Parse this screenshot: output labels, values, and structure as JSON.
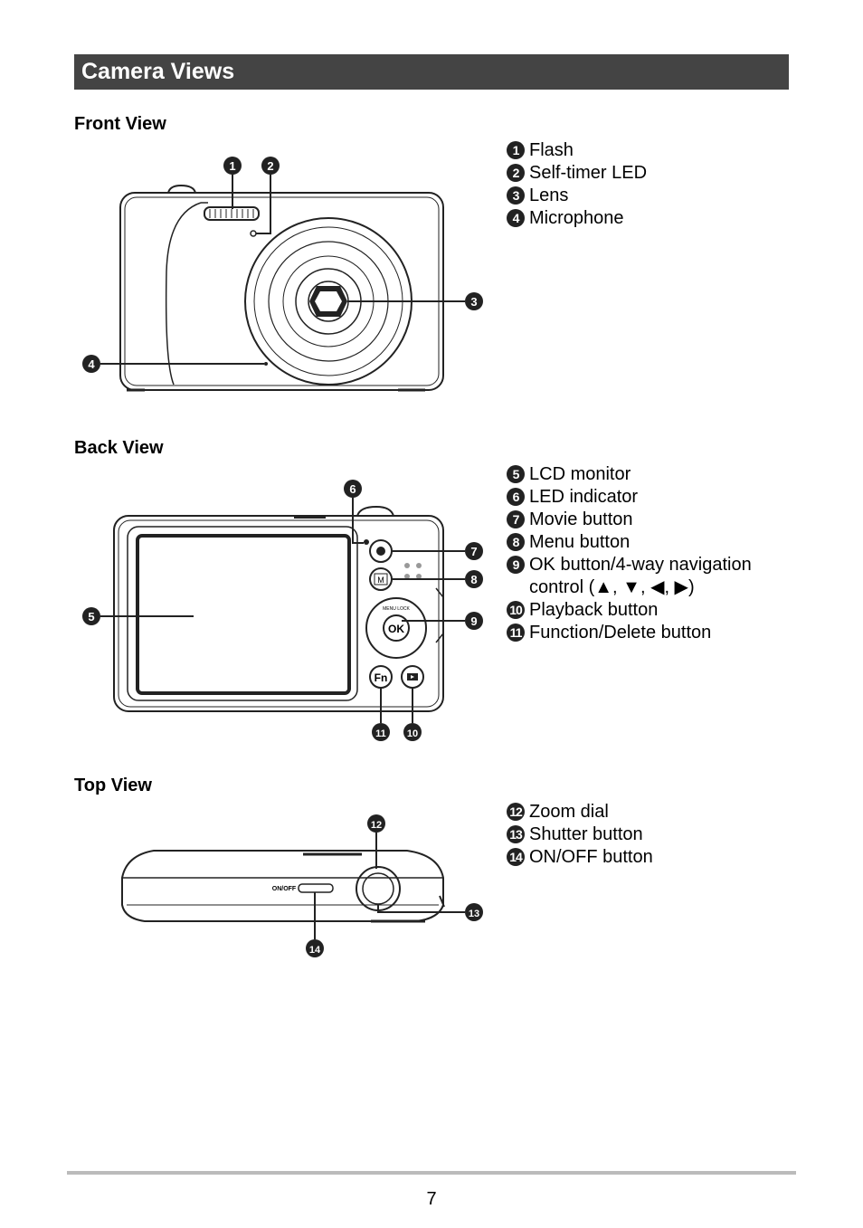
{
  "page_title": "Camera Views",
  "front": {
    "heading": "Front View",
    "items": [
      {
        "num": "1",
        "label": "Flash"
      },
      {
        "num": "2",
        "label": "Self-timer LED"
      },
      {
        "num": "3",
        "label": "Lens"
      },
      {
        "num": "4",
        "label": "Microphone"
      }
    ]
  },
  "back": {
    "heading": "Back View",
    "items": [
      {
        "num": "5",
        "label": "LCD monitor"
      },
      {
        "num": "6",
        "label": "LED indicator"
      },
      {
        "num": "7",
        "label": "Movie button"
      },
      {
        "num": "8",
        "label": "Menu button"
      },
      {
        "num": "9",
        "label": "OK button/4-way navigation",
        "label2": "control (▲, ▼, ◀, ▶)"
      },
      {
        "num": "10",
        "label": "Playback button"
      },
      {
        "num": "11",
        "label": "Function/Delete button"
      }
    ],
    "button_labels": {
      "ok": "OK",
      "fn": "Fn",
      "menu": "M",
      "menu_lock": "MENU LOCK"
    }
  },
  "top": {
    "heading": "Top View",
    "items": [
      {
        "num": "12",
        "label": "Zoom dial"
      },
      {
        "num": "13",
        "label": "Shutter button"
      },
      {
        "num": "14",
        "label": "ON/OFF button"
      }
    ],
    "onoff_text": "ON/OFF"
  },
  "page_number": "7"
}
